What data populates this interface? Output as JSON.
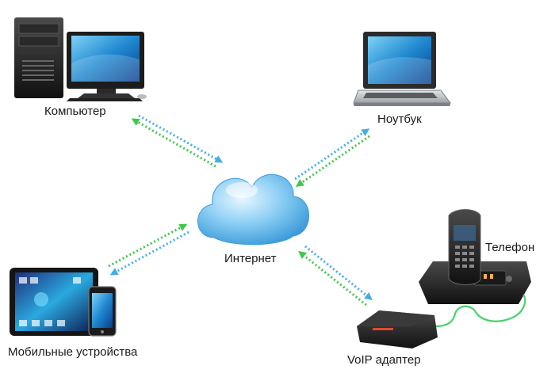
{
  "labels": {
    "computer": "Компьютер",
    "laptop": "Ноутбук",
    "internet": "Интернет",
    "phone": "Телефон",
    "mobile": "Мобильные устройства",
    "voip": "VoIP адаптер"
  },
  "colors": {
    "cloud": "#5db8ec",
    "link_green": "#3fc84a",
    "link_blue": "#45aee6",
    "phone_cable": "#49d16a"
  },
  "icons": {
    "computer": "desktop-computer-icon",
    "laptop": "laptop-icon",
    "internet": "cloud-icon",
    "phone": "desk-phone-icon",
    "mobile": "tablet-smartphone-icon",
    "voip": "voip-adapter-icon"
  }
}
